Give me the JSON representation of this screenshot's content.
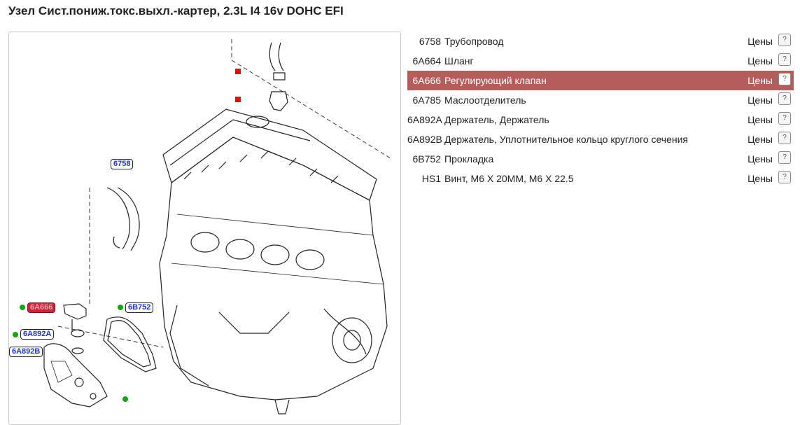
{
  "page": {
    "title": "Узел Сист.пониж.токс.выхл.-картер, 2.3L I4 16v DOHC EFI"
  },
  "diagram": {
    "callouts": [
      {
        "id": "6758",
        "label": "6758",
        "active": false
      },
      {
        "id": "6A666",
        "label": "6A666",
        "active": true
      },
      {
        "id": "6B752",
        "label": "6B752",
        "active": false
      },
      {
        "id": "6A892A",
        "label": "6A892A",
        "active": false
      },
      {
        "id": "6A892B",
        "label": "6A892B",
        "active": false
      }
    ]
  },
  "parts": {
    "price_label": "Цены",
    "price_icon": "?",
    "rows": [
      {
        "code": "6758",
        "name": "Трубопровод",
        "active": false
      },
      {
        "code": "6A664",
        "name": "Шланг",
        "active": false
      },
      {
        "code": "6A666",
        "name": "Регулирующий клапан",
        "active": true
      },
      {
        "code": "6A785",
        "name": "Маслоотделитель",
        "active": false
      },
      {
        "code": "6A892A",
        "name": "Держатель, Держатель",
        "active": false
      },
      {
        "code": "6A892B",
        "name": "Держатель, Уплотнительное кольцо круглого сечения",
        "active": false
      },
      {
        "code": "6B752",
        "name": "Прокладка",
        "active": false
      },
      {
        "code": "HS1",
        "name": "Винт, M6 X 20MM, M6 X 22.5",
        "active": false
      }
    ]
  },
  "colors": {
    "active_row": "#b55c5c",
    "callout_text": "#2233cc",
    "callout_active": "#c8283c",
    "marker_green": "#19a319",
    "marker_red": "#e01010"
  }
}
